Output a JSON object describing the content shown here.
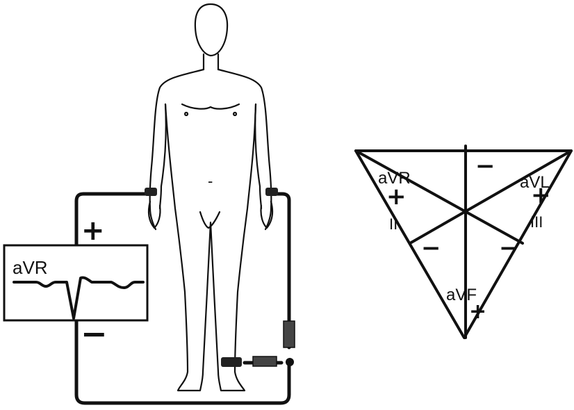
{
  "monitor": {
    "lead_label": "aVR"
  },
  "circuit": {
    "positive_sign": "+",
    "negative_sign": "−"
  },
  "body": {
    "center_mark": "-"
  },
  "triangle": {
    "labels": {
      "avr": "aVR",
      "avl": "aVL",
      "avf": "aVF",
      "lead_ii": "II",
      "lead_iii": "III"
    },
    "signs": {
      "avr_plus": "+",
      "avl_plus": "+",
      "avf_plus": "+",
      "top_minus": "−",
      "left_minus": "−",
      "right_minus": "−"
    }
  },
  "colors": {
    "ink": "#111111",
    "background": "#ffffff"
  }
}
